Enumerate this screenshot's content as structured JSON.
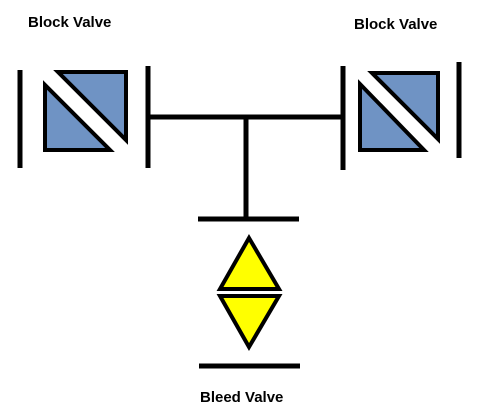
{
  "labels": {
    "left_valve": "Block Valve",
    "right_valve": "Block Valve",
    "bottom_valve": "Bleed Valve"
  },
  "colors": {
    "block_valve_fill": "#6f93c4",
    "bleed_valve_fill": "#ffff00",
    "stroke": "#000000",
    "background": "#ffffff"
  }
}
